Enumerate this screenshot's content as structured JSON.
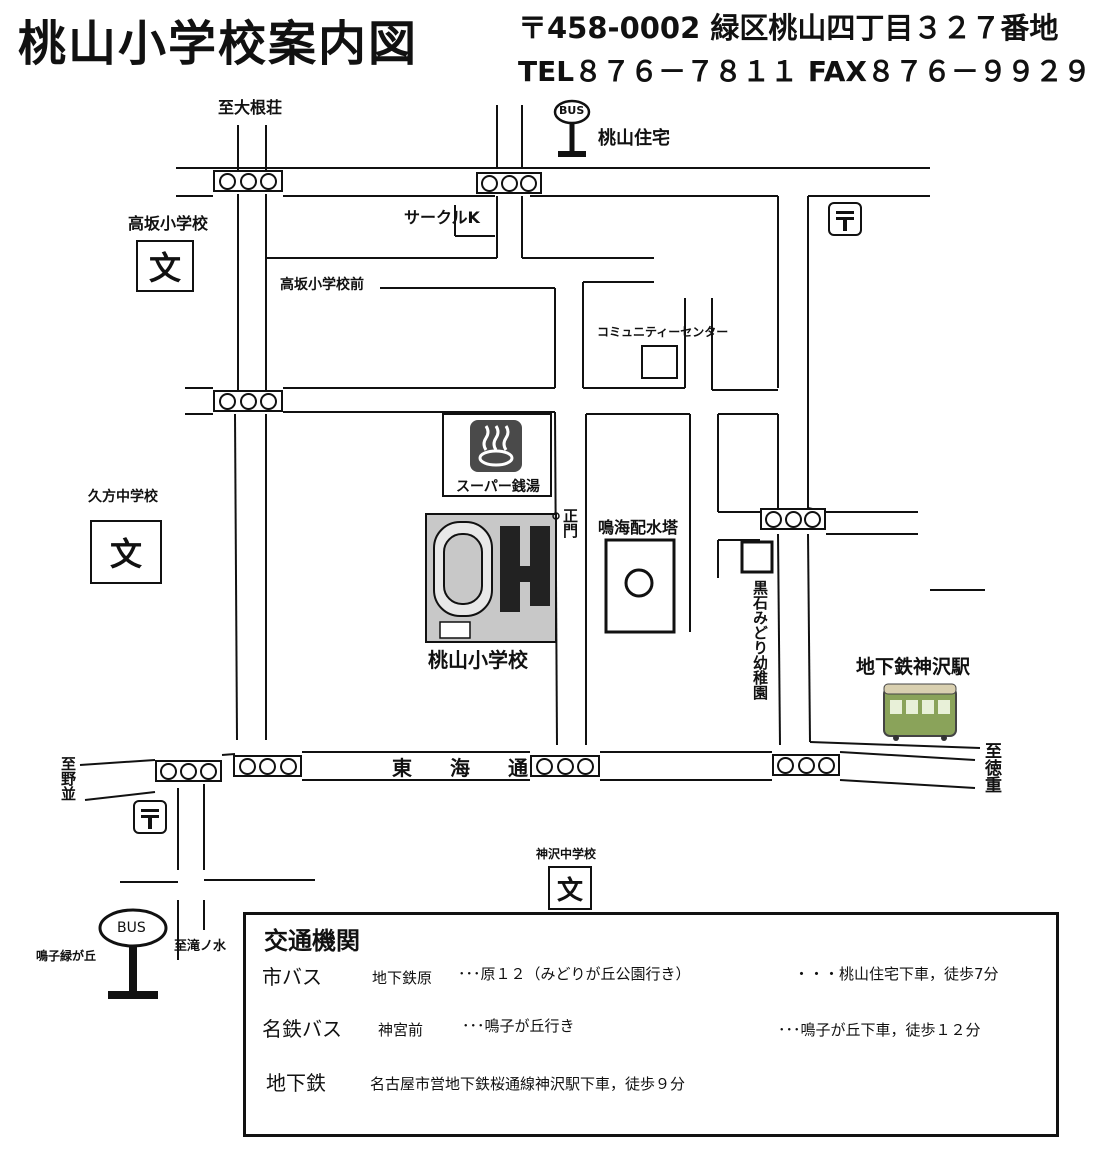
{
  "header": {
    "title": "桃山小学校案内図",
    "address": "〒458-0002 緑区桃山四丁目３２７番地",
    "phone": "TEL８７６－７８１１ FAX８７６－９９２９"
  },
  "labels": {
    "to_ooneso": "至大根荘",
    "bus_stop_momoyama": "桃山住宅",
    "circle_k": "サークルK",
    "takasaka_school": "高坂小学校",
    "takasaka_school_mae": "高坂小学校前",
    "community_center": "コミュニティーセンター",
    "super_sento": "スーパー銭湯",
    "seimon": "正門",
    "narumi_water_tower": "鳴海配水塔",
    "hisakata_jhs": "久方中学校",
    "momoyama_es": "桃山小学校",
    "kuroishi_kindergarten": "黒石みどり幼稚園",
    "subway_station": "地下鉄神沢駅",
    "to_tokushige": "至徳重",
    "to_nonami": "至野並",
    "tokai_dori": "東海通",
    "kamisawa_jhs": "神沢中学校",
    "to_takiminomizu": "至滝ノ水",
    "bus_stop_narukomidorigaoka": "鳴子緑が丘",
    "bus_sign": "BUS",
    "school_glyph": "文"
  },
  "transport": {
    "title": "交通機関",
    "rows": [
      {
        "mode": "市バス",
        "from": "地下鉄原",
        "route": "･･･原１２（みどりが丘公園行き）",
        "get_off": "・・・桃山住宅下車，徒歩7分"
      },
      {
        "mode": "名鉄バス",
        "from": "神宮前",
        "route": "･･･鳴子が丘行き",
        "get_off": "･･･鳴子が丘下車，徒歩１２分"
      },
      {
        "mode": "地下鉄",
        "from": "",
        "route": "名古屋市営地下鉄桜通線神沢駅下車，徒歩９分",
        "get_off": ""
      }
    ]
  },
  "colors": {
    "ink": "#111111",
    "train_body": "#8aa35a",
    "train_roof": "#d9d0b0",
    "campus_fill": "#c8c8c8"
  },
  "icons": {
    "signal": "traffic-signal-icon",
    "school": "school-map-symbol-icon",
    "post_office": "post-office-icon",
    "bus_stop": "bus-stop-icon",
    "onsen": "hot-spring-icon",
    "train": "train-icon",
    "water_tower": "water-tower-icon"
  }
}
